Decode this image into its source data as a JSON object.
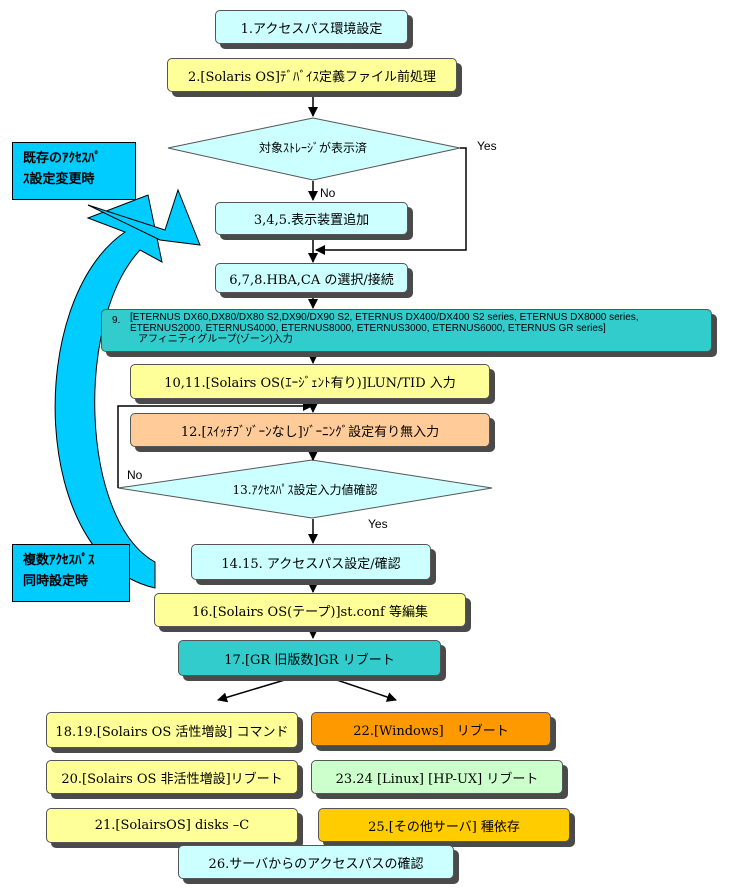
{
  "steps": {
    "s1": "1.アクセスパス環境設定",
    "s2": "2.[Solaris OS]ﾃﾞﾊﾞｲｽ定義ファイル前処理",
    "decision1": "対象ｽﾄﾚｰｼﾞが表示済",
    "s3": "3,4,5.表示装置追加",
    "s6": "6,7,8.HBA,CA の選択/接続",
    "s9_num": "9.",
    "s9_line1": "[ETERNUS DX60,DX80/DX80 S2,DX90/DX90 S2, ETERNUS DX400/DX400 S2 series, ETERNUS DX8000 series,",
    "s9_line2": "ETERNUS2000, ETERNUS4000, ETERNUS8000, ETERNUS3000, ETERNUS6000, ETERNUS GR series]",
    "s9_line3": "アフィニティグループ(ゾーン)入力",
    "s10": "10,11.[Solairs OS(ｴｰｼﾞｪﾝﾄ有り)]LUN/TID 入力",
    "s12": "12.[ｽｲｯﾁﾌﾞｿﾞｰﾝなし]ｿﾞｰﾆﾝｸﾞ設定有り無入力",
    "decision2": "13.ｱｸｾｽﾊﾟｽ設定入力値確認",
    "s14": "14.15. アクセスパス設定/確認",
    "s16": "16.[Solairs OS(テープ)]st.conf 等編集",
    "s17": "17.[GR 旧版数]GR リブート",
    "s18": "18.19.[Solairs OS 活性増設] コマンド",
    "s20": "20.[Solairs OS 非活性増設]リブート",
    "s21": "21.[SolairsOS] disks –C",
    "s22": "22.[Windows]　リブート",
    "s23": "23.24 [Linux] [HP-UX] リブート",
    "s25": "25.[その他サーバ] 種依存",
    "s26": "26.サーバからのアクセスパスの確認"
  },
  "labels": {
    "yes1": "Yes",
    "no1": "No",
    "no2": "No",
    "yes2": "Yes"
  },
  "callouts": {
    "existing_l1": "既存のｱｸｾｽﾊﾟ",
    "existing_l2": "ｽ設定変更時",
    "multi_l1": "複数ｱｸｾｽﾊﾟｽ",
    "multi_l2": "同時設定時"
  },
  "colors": {
    "cyan": "#ccffff",
    "yellow": "#ffff99",
    "teal": "#33cccc",
    "peach": "#ffcc99",
    "orange": "#ff9900",
    "gold": "#ffcc00",
    "mint": "#ccffcc",
    "callout": "#00ccff"
  }
}
